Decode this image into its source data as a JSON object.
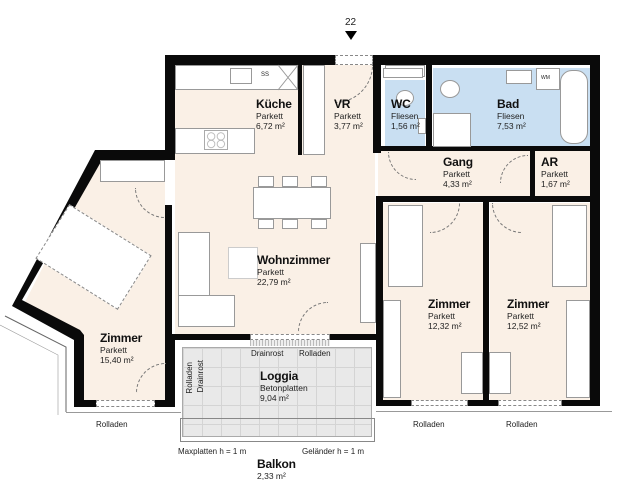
{
  "entrance_marker": {
    "number": "22",
    "icon": "triangle-down-icon"
  },
  "rooms": [
    {
      "id": "kueche",
      "name": "Küche",
      "material": "Parkett",
      "area": "6,72 m²"
    },
    {
      "id": "vr",
      "name": "VR",
      "material": "Parkett",
      "area": "3,77 m²"
    },
    {
      "id": "wc",
      "name": "WC",
      "material": "Fliesen",
      "area": "1,56 m²"
    },
    {
      "id": "bad",
      "name": "Bad",
      "material": "Fliesen",
      "area": "7,53 m²"
    },
    {
      "id": "gang",
      "name": "Gang",
      "material": "Parkett",
      "area": "4,33 m²"
    },
    {
      "id": "ar",
      "name": "AR",
      "material": "Parkett",
      "area": "1,67 m²"
    },
    {
      "id": "wohnzimmer",
      "name": "Wohnzimmer",
      "material": "Parkett",
      "area": "22,79 m²"
    },
    {
      "id": "zimmer_left",
      "name": "Zimmer",
      "material": "Parkett",
      "area": "15,40 m²"
    },
    {
      "id": "zimmer_mid",
      "name": "Zimmer",
      "material": "Parkett",
      "area": "12,32 m²"
    },
    {
      "id": "zimmer_right",
      "name": "Zimmer",
      "material": "Parkett",
      "area": "12,52 m²"
    },
    {
      "id": "loggia",
      "name": "Loggia",
      "material": "Betonplatten",
      "area": "9,04 m²"
    },
    {
      "id": "balkon",
      "name": "Balkon",
      "material": "",
      "area": "2,33 m²"
    }
  ],
  "annotations": {
    "kitchen_appliance": "SS",
    "bath_appliance": "WM",
    "drainrost_top": "Drainrost",
    "rolladen_top": "Rolladen",
    "rolladen_side": "Rolladen",
    "drainrost_side": "Drainrost",
    "rolladen_zimmer_left": "Rolladen",
    "rolladen_zimmer_mid": "Rolladen",
    "rolladen_zimmer_right": "Rolladen",
    "maxplatten": "Maxplatten h = 1 m",
    "gelaender": "Geländer h = 1 m"
  },
  "colors": {
    "wall": "#0a0a0a",
    "dry_floor": "#faf0e6",
    "wet_floor": "#c9dff2",
    "loggia_floor": "#e9e9e9"
  }
}
